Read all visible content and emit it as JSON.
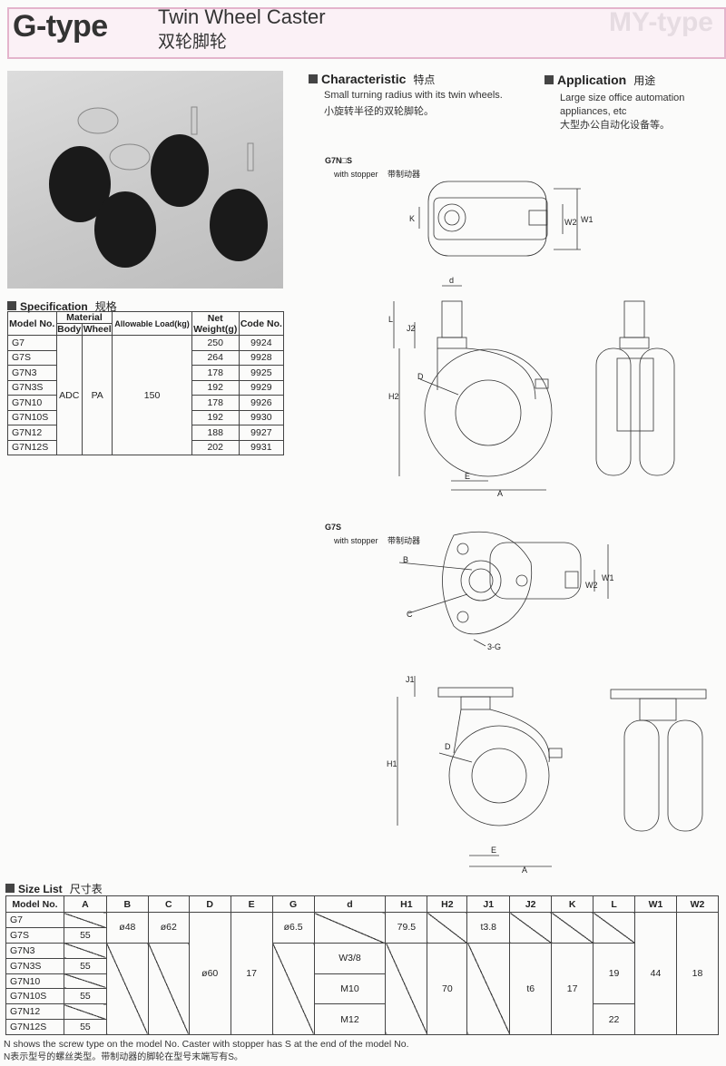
{
  "header": {
    "brand": "G-type",
    "title_en": "Twin Wheel Caster",
    "title_zh": "双轮脚轮",
    "ghost": "MY-type"
  },
  "characteristic": {
    "title": "Characteristic",
    "title_zh": "特点",
    "text_en": "Small turning radius with its twin wheels.",
    "text_zh": "小旋转半径的双轮脚轮。"
  },
  "application": {
    "title": "Application",
    "title_zh": "用途",
    "text_en": "Large size office automation appliances, etc",
    "text_zh": "大型办公自动化设备等。"
  },
  "drawings": {
    "d1": {
      "model": "G7N□S",
      "note": "with stopper",
      "note_zh": "带制动器",
      "labels": {
        "k": "K",
        "w2": "W2",
        "w1": "W1"
      }
    },
    "d2": {
      "labels": {
        "d": "d",
        "l": "L",
        "j2": "J2",
        "D": "D",
        "h2": "H2",
        "e": "E",
        "a": "A"
      }
    },
    "d3": {
      "model": "G7S",
      "note": "with stopper",
      "note_zh": "带制动器",
      "labels": {
        "b": "B",
        "c": "C",
        "g": "3-G",
        "w2": "W2",
        "w1": "W1"
      }
    },
    "d4": {
      "labels": {
        "j1": "J1",
        "h1": "H1",
        "D": "D",
        "e": "E",
        "a": "A"
      }
    }
  },
  "spec": {
    "title": "Specification",
    "title_zh": "规格",
    "headers": {
      "model": "Model No.",
      "material": "Material",
      "body": "Body",
      "wheel": "Wheel",
      "load": "Allowable Load(kg)",
      "weight": "Net Weight(g)",
      "code": "Code No."
    },
    "body": "ADC",
    "wheel": "PA",
    "load": "150",
    "rows": [
      {
        "model": "G7",
        "weight": "250",
        "code": "9924"
      },
      {
        "model": "G7S",
        "weight": "264",
        "code": "9928"
      },
      {
        "model": "G7N3",
        "weight": "178",
        "code": "9925"
      },
      {
        "model": "G7N3S",
        "weight": "192",
        "code": "9929"
      },
      {
        "model": "G7N10",
        "weight": "178",
        "code": "9926"
      },
      {
        "model": "G7N10S",
        "weight": "192",
        "code": "9930"
      },
      {
        "model": "G7N12",
        "weight": "188",
        "code": "9927"
      },
      {
        "model": "G7N12S",
        "weight": "202",
        "code": "9931"
      }
    ]
  },
  "size": {
    "title": "Size List",
    "title_zh": "尺寸表",
    "headers": [
      "Model No.",
      "A",
      "B",
      "C",
      "D",
      "E",
      "G",
      "d",
      "H1",
      "H2",
      "J1",
      "J2",
      "K",
      "L",
      "W1",
      "W2"
    ],
    "models": [
      "G7",
      "G7S",
      "G7N3",
      "G7N3S",
      "G7N10",
      "G7N10S",
      "G7N12",
      "G7N12S"
    ],
    "A": "55",
    "B": "ø48",
    "C": "ø62",
    "D": "ø60",
    "E": "17",
    "G": "ø6.5",
    "d": [
      "W3/8",
      "M10",
      "M12"
    ],
    "H1": "79.5",
    "H2": "70",
    "J1": "t3.8",
    "J2": "t6",
    "K": "17",
    "L": [
      "19",
      "22"
    ],
    "W1": "44",
    "W2": "18",
    "note_en": "N shows the screw type on the model No. Caster with stopper has S at the end of the model No.",
    "note_zh": "N表示型号的螺丝类型。带制动器的脚轮在型号末端写有S。"
  }
}
